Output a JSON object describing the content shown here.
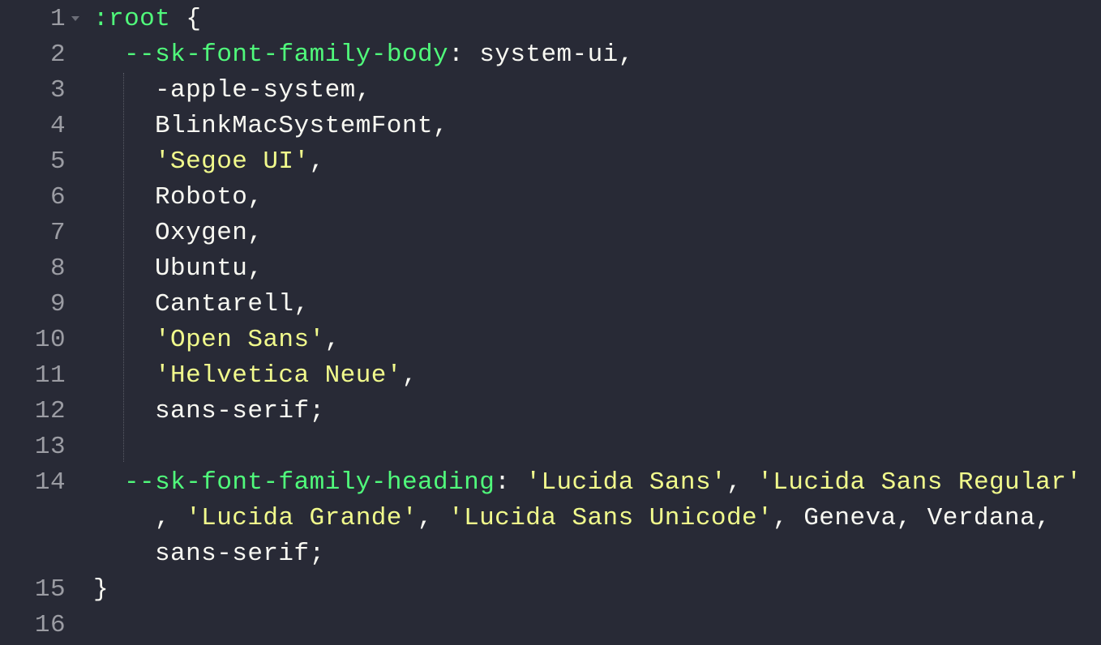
{
  "colors": {
    "background": "#282a36",
    "selector": "#50fa7b",
    "property": "#50fa7b",
    "string": "#f1fa8c",
    "plain": "#f8f8f2",
    "line_number": "#9b9ca3"
  },
  "lines": [
    {
      "number": "1",
      "fold": true,
      "indent": 0,
      "tokens": [
        {
          "t": "sel",
          "v": ":root"
        },
        {
          "t": "plain",
          "v": " {"
        }
      ]
    },
    {
      "number": "2",
      "indent": 2,
      "tokens": [
        {
          "t": "prop",
          "v": "--sk-font-family-body"
        },
        {
          "t": "plain",
          "v": ": system-ui,"
        }
      ]
    },
    {
      "number": "3",
      "indent": 4,
      "tokens": [
        {
          "t": "plain",
          "v": "-apple-system,"
        }
      ]
    },
    {
      "number": "4",
      "indent": 4,
      "tokens": [
        {
          "t": "plain",
          "v": "BlinkMacSystemFont,"
        }
      ]
    },
    {
      "number": "5",
      "indent": 4,
      "tokens": [
        {
          "t": "str",
          "v": "'Segoe UI'"
        },
        {
          "t": "plain",
          "v": ","
        }
      ]
    },
    {
      "number": "6",
      "indent": 4,
      "tokens": [
        {
          "t": "plain",
          "v": "Roboto,"
        }
      ]
    },
    {
      "number": "7",
      "indent": 4,
      "tokens": [
        {
          "t": "plain",
          "v": "Oxygen,"
        }
      ]
    },
    {
      "number": "8",
      "indent": 4,
      "tokens": [
        {
          "t": "plain",
          "v": "Ubuntu,"
        }
      ]
    },
    {
      "number": "9",
      "indent": 4,
      "tokens": [
        {
          "t": "plain",
          "v": "Cantarell,"
        }
      ]
    },
    {
      "number": "10",
      "indent": 4,
      "tokens": [
        {
          "t": "str",
          "v": "'Open Sans'"
        },
        {
          "t": "plain",
          "v": ","
        }
      ]
    },
    {
      "number": "11",
      "indent": 4,
      "tokens": [
        {
          "t": "str",
          "v": "'Helvetica Neue'"
        },
        {
          "t": "plain",
          "v": ","
        }
      ]
    },
    {
      "number": "12",
      "indent": 4,
      "tokens": [
        {
          "t": "plain",
          "v": "sans-serif;"
        }
      ]
    },
    {
      "number": "13",
      "indent": 0,
      "tokens": []
    },
    {
      "number": "14",
      "indent": 2,
      "tokens": [
        {
          "t": "prop",
          "v": "--sk-font-family-heading"
        },
        {
          "t": "plain",
          "v": ": "
        },
        {
          "t": "str",
          "v": "'Lucida Sans'"
        },
        {
          "t": "plain",
          "v": ", "
        },
        {
          "t": "str",
          "v": "'Lucida Sans Regular'"
        }
      ]
    },
    {
      "number": "",
      "indent": 4,
      "tokens": [
        {
          "t": "plain",
          "v": ", "
        },
        {
          "t": "str",
          "v": "'Lucida Grande'"
        },
        {
          "t": "plain",
          "v": ", "
        },
        {
          "t": "str",
          "v": "'Lucida Sans Unicode'"
        },
        {
          "t": "plain",
          "v": ", Geneva, Verdana,"
        }
      ]
    },
    {
      "number": "",
      "indent": 4,
      "tokens": [
        {
          "t": "plain",
          "v": "sans-serif;"
        }
      ]
    },
    {
      "number": "15",
      "indent": 0,
      "tokens": [
        {
          "t": "plain",
          "v": "}"
        }
      ]
    },
    {
      "number": "16",
      "indent": 0,
      "tokens": []
    }
  ]
}
